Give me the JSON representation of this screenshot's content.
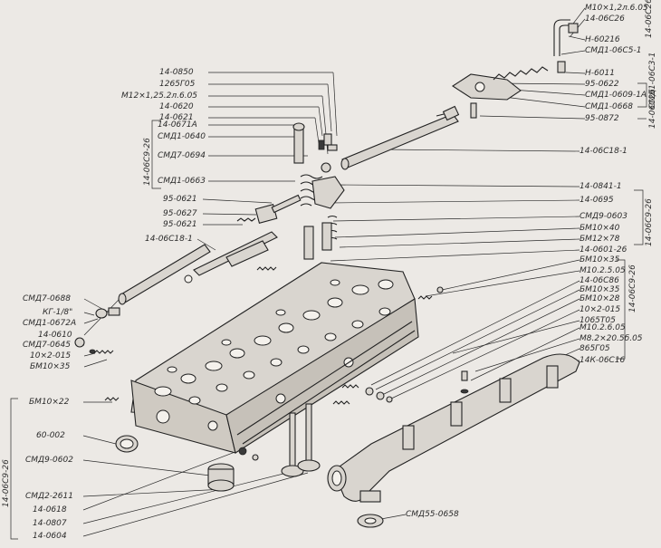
{
  "labels": {
    "l1": "М10×1,2л.6.05",
    "l2": "14-06С26",
    "l3": "Н-60216",
    "l4": "СМД1-06С5-1",
    "l5": "Н-6011",
    "l6": "95-0622",
    "l7": "СМД1-0609-1А",
    "l8": "СМД1-0668",
    "l9": "95-0872",
    "l10": "14-0850",
    "l11": "1265Г05",
    "l12": "М12×1,25.2л.6.05",
    "l13": "14-0620",
    "l14": "14-0621",
    "l15": "14-0671А",
    "l16": "СМД1-0640",
    "l17": "СМД7-0694",
    "l18": "СМД1-0663",
    "l19": "14-06С18-1",
    "l20": "14-0841-1",
    "l21": "95-0621",
    "l22": "14-0695",
    "l23": "95-0627",
    "l24": "СМД9-0603",
    "l25": "95-0621",
    "l26": "БМ10×40",
    "l27": "БМ12×78",
    "l28": "14-06С18-1",
    "l29": "14-0601-26",
    "l30": "БМ10×35",
    "l31": "М10.2.5.05",
    "l32": "СМД7-0688",
    "l33": "14-06С86",
    "l34": "КГ-1/8\"",
    "l35": "БМ10×35",
    "l36": "СМД1-0672А",
    "l37": "БМ10×28",
    "l38": "14-0610",
    "l39": "10×2-015",
    "l40": "СМД7-0645",
    "l41": "1065Т05",
    "l42": "10×2-015",
    "l43": "М10.2.6.05",
    "l44": "БМ10×35",
    "l45": "М8.2×20.5б.05",
    "l46": "865Г05",
    "l47": "14К-06С16",
    "l48": "БМ10×22",
    "l49": "60-002",
    "l50": "СМД9-0602",
    "l51": "СМД2-2611",
    "l52": "14-0618",
    "l53": "14-0807",
    "l54": "14-0604",
    "l55": "СМД55-0658"
  },
  "group_labels": {
    "g1": "14-06С26",
    "g2": "СМД1-06С3-1",
    "g3": "14-06С26",
    "g4": "14-06С9-26",
    "g5": "14-06С9-26",
    "g6": "14-06С9-26",
    "g7": "14-06С9-26"
  }
}
